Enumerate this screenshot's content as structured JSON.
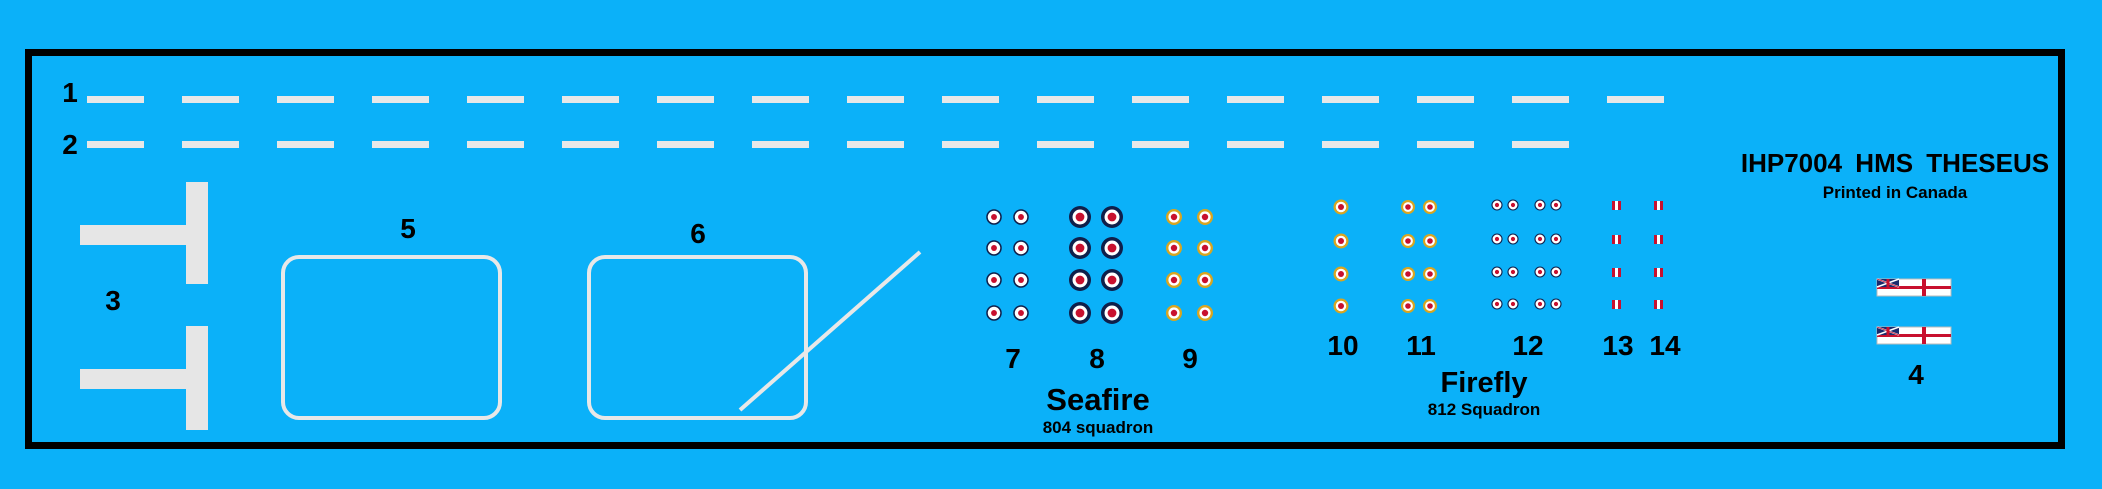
{
  "sheet": {
    "code": "IHP7004",
    "name": "HMS THESEUS",
    "subtitle": "Printed in Canada"
  },
  "items": {
    "n1": "1",
    "n2": "2",
    "n3": "3",
    "n4": "4",
    "n5": "5",
    "n6": "6",
    "n7": "7",
    "n8": "8",
    "n9": "9",
    "n10": "10",
    "n11": "11",
    "n12": "12",
    "n13": "13",
    "n14": "14"
  },
  "groups": {
    "seafire": {
      "title": "Seafire",
      "unit": "804 squadron"
    },
    "firefly": {
      "title": "Firefly",
      "unit": "812 Squadron"
    }
  },
  "colors": {
    "background": "#0bb1f9",
    "border": "#000000",
    "decal_white": "#e8e8e8",
    "roundel_red": "#c8102e",
    "roundel_blue": "#0f1f4a",
    "roundel_yellow": "#d9a520"
  },
  "icons": [
    "roundel-icon",
    "white-ensign-icon"
  ]
}
